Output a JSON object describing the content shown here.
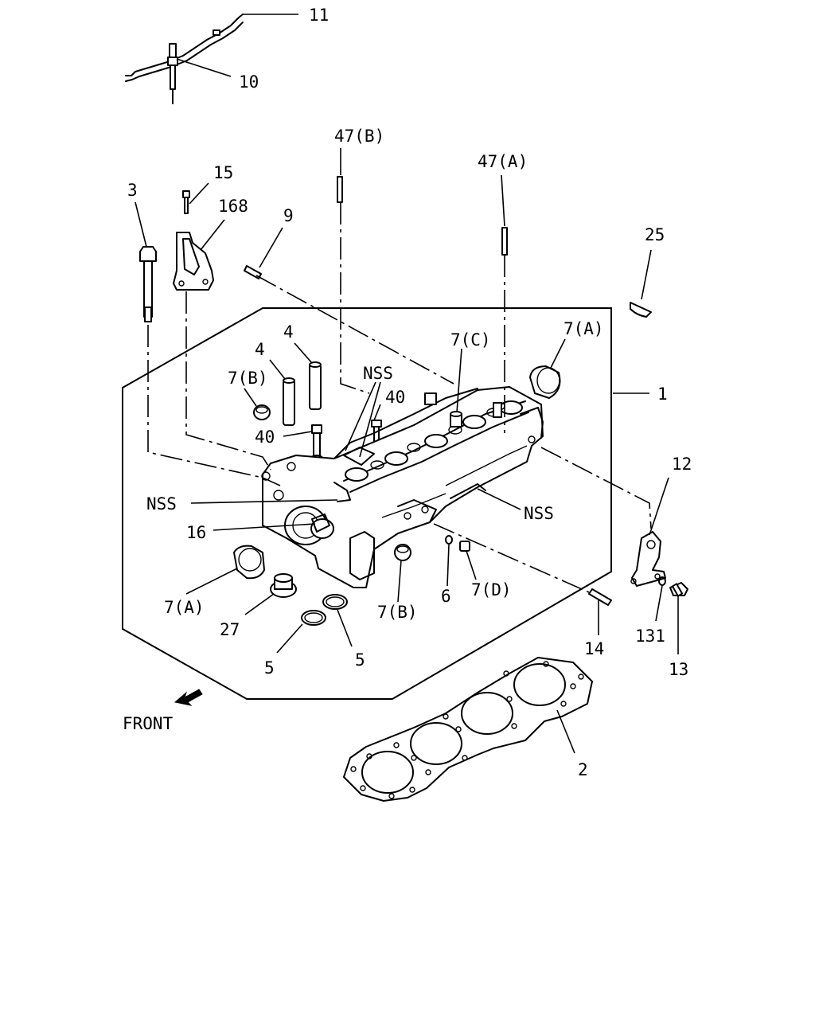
{
  "diagram": {
    "front_label": "FRONT",
    "labels": {
      "l11": "11",
      "l10": "10",
      "l47b": "47(B)",
      "l47a": "47(A)",
      "l15": "15",
      "l168": "168",
      "l3": "3",
      "l9": "9",
      "l25": "25",
      "l4a": "4",
      "l4b": "4",
      "l7b_top": "7(B)",
      "l7c": "7(C)",
      "l7a_top": "7(A)",
      "lnss_top": "NSS",
      "l40a": "40",
      "l40b": "40",
      "l1": "1",
      "lnss_left": "NSS",
      "lnss_right": "NSS",
      "l16": "16",
      "l12": "12",
      "l7a_bot": "7(A)",
      "l27": "27",
      "l7b_bot": "7(B)",
      "l6": "6",
      "l7d": "7(D)",
      "l5a": "5",
      "l5b": "5",
      "l14": "14",
      "l131": "131",
      "l13": "13",
      "l2": "2"
    },
    "icons": {
      "front_arrow": "front-arrow-icon"
    }
  }
}
